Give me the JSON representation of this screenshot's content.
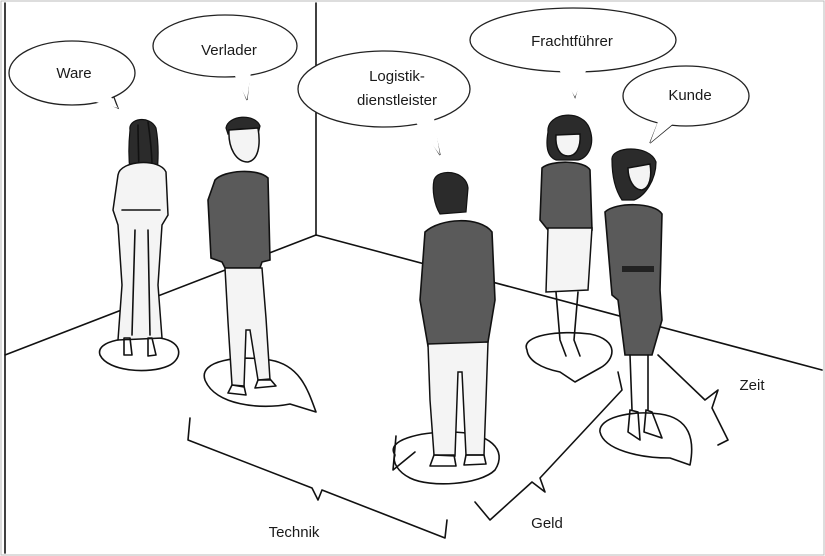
{
  "roles": {
    "ware": "Ware",
    "verlader": "Verlader",
    "logistik_line1": "Logistik-",
    "logistik_line2": "dienstleister",
    "frachtfuehrer": "Frachtführer",
    "kunde": "Kunde"
  },
  "dimensions": {
    "technik": "Technik",
    "geld": "Geld",
    "zeit": "Zeit"
  }
}
